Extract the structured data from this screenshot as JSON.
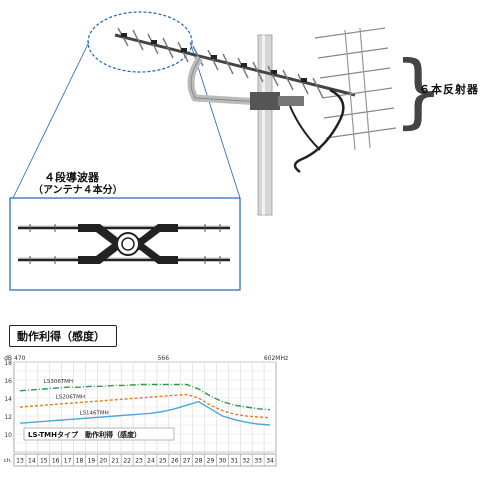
{
  "labels": {
    "reflector": "６本反射器",
    "director_title": "４段導波器",
    "director_sub": "（アンテナ４本分）",
    "gain_title": "動作利得（感度）"
  },
  "chart_data": {
    "type": "line",
    "title": "LS-TMHタイプ　動作利得（感度）",
    "ylabel": "dB",
    "xlabel": "ch.",
    "ylim": [
      8,
      18
    ],
    "y_ticks": [
      10,
      12,
      14,
      16,
      18
    ],
    "x_ticks_mhz": [
      "470",
      "566",
      "602MHz"
    ],
    "channels": [
      13,
      14,
      15,
      16,
      17,
      18,
      19,
      20,
      21,
      22,
      23,
      24,
      25,
      26,
      27,
      28,
      29,
      30,
      31,
      32,
      33,
      34
    ],
    "grid": true,
    "series": [
      {
        "name": "LS306TMH",
        "color": "#2a9a4a",
        "dash": "6,2,1,2",
        "values": [
          14.8,
          14.9,
          15.0,
          15.1,
          15.2,
          15.2,
          15.3,
          15.3,
          15.4,
          15.4,
          15.5,
          15.5,
          15.5,
          15.5,
          15.5,
          15.0,
          14.2,
          13.6,
          13.2,
          13.0,
          12.8,
          12.7
        ]
      },
      {
        "name": "LS206TMH",
        "color": "#e08020",
        "dash": "3,2",
        "values": [
          13.0,
          13.1,
          13.2,
          13.3,
          13.4,
          13.5,
          13.6,
          13.7,
          13.8,
          13.9,
          14.0,
          14.1,
          14.2,
          14.3,
          14.4,
          14.0,
          13.2,
          12.6,
          12.2,
          12.0,
          11.9,
          11.8
        ]
      },
      {
        "name": "LS146TMH",
        "color": "#4aa8d8",
        "dash": "",
        "values": [
          11.2,
          11.3,
          11.4,
          11.5,
          11.6,
          11.7,
          11.8,
          11.9,
          12.0,
          12.1,
          12.2,
          12.3,
          12.5,
          12.8,
          13.2,
          13.6,
          12.8,
          12.0,
          11.6,
          11.3,
          11.1,
          11.0
        ]
      }
    ]
  }
}
